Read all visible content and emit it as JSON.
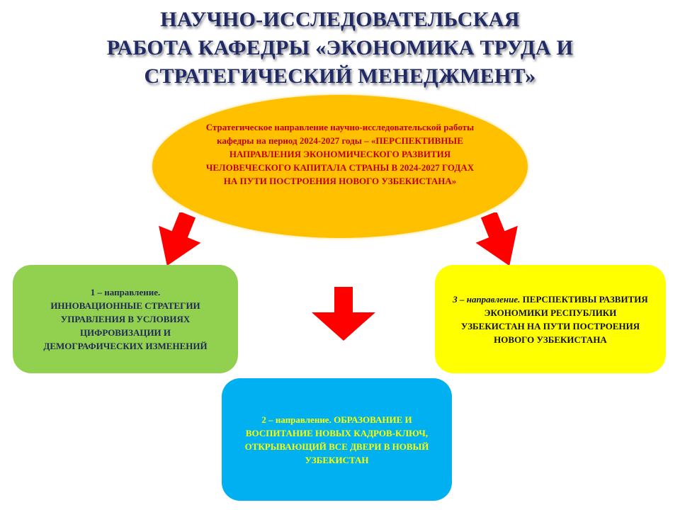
{
  "title": {
    "lines": [
      "НАУЧНО-ИССЛЕДОВАТЕЛЬСКАЯ",
      "РАБОТА КАФЕДРЫ «ЭКОНОМИКА ТРУДА И",
      "СТРАТЕГИЧЕСКИЙ МЕНЕДЖМЕНТ»"
    ]
  },
  "center": {
    "intro": "Стратегическое направление научно-исследовательской работы кафедры на период 2024-2027 годы – ",
    "main": "«ПЕРСПЕКТИВНЫЕ НАПРАВЛЕНИЯ ЭКОНОМИЧЕСКОГО РАЗВИТИЯ ЧЕЛОВЕЧЕСКОГО КАПИТАЛА СТРАНЫ В 2024-2027 ГОДАХ НА ПУТИ ПОСТРОЕНИЯ НОВОГО УЗБЕКИСТАНА»"
  },
  "directions": [
    {
      "label": "1 – направление.",
      "text": "ИННОВАЦИОННЫЕ СТРАТЕГИИ УПРАВЛЕНИЯ В УСЛОВИЯХ ЦИФРОВИЗАЦИИ И ДЕМОГРАФИЧЕСКИХ ИЗМЕНЕНИЙ"
    },
    {
      "label": "2 – направление.",
      "text": "ОБРАЗОВАНИЕ И ВОСПИТАНИЕ НОВЫХ КАДРОВ-КЛЮЧ, ОТКРЫВАЮЩИЙ ВСЕ ДВЕРИ В НОВЫЙ УЗБЕКИСТАН"
    },
    {
      "label": "3 – направление.",
      "text": "ПЕРСПЕКТИВЫ РАЗВИТИЯ ЭКОНОМИКИ РЕСПУБЛИКИ УЗБЕКИСТАН НА ПУТИ ПОСТРОЕНИЯ НОВОГО УЗБЕКИСТАНА"
    }
  ],
  "colors": {
    "ellipse": "#ffc000",
    "green": "#92d050",
    "yellow": "#ffff00",
    "blue": "#00b0f0",
    "arrow": "#ff0000"
  }
}
